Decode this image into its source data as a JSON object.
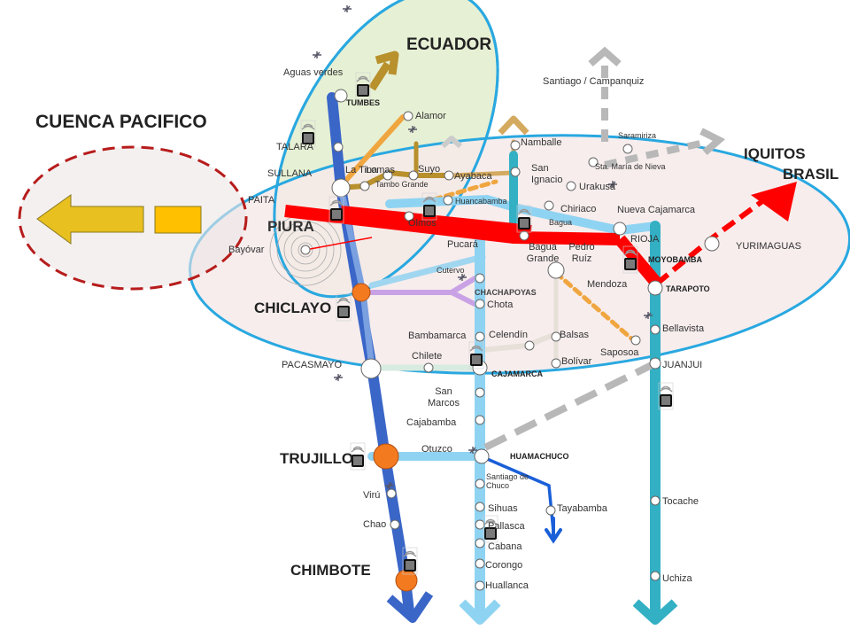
{
  "regions": {
    "ecuador": "ECUADOR",
    "cuenca": "CUENCA PACIFICO",
    "iquitos": "IQUITOS",
    "brasil": "BRASIL"
  },
  "main_cities": {
    "piura": "PIURA",
    "chiclayo": "CHICLAYO",
    "trujillo": "TRUJILLO",
    "chimbote": "CHIMBOTE"
  },
  "places": {
    "aguas_verdes": "Aguas verdes",
    "tumbes": "TUMBES",
    "alamor": "Alamor",
    "talara": "TALARA",
    "sullana": "SULLANA",
    "la_tina": "La Tina",
    "lomas": "Lomas",
    "suyo": "Suyo",
    "ayabaca": "Ayabaca",
    "tambo_grande": "Tambo Grande",
    "huancabamba": "Huancabamba",
    "paita": "PAITA",
    "bayovar": "Bayóvar",
    "olmos": "Olmos",
    "pucara": "Pucará",
    "namballe": "Namballe",
    "san_ignacio": "San Ignacio",
    "chiriaco": "Chiriaco",
    "bagua": "Bagua",
    "bagua_grande": "Bagua Grande",
    "pedro_ruiz": "Pedro Ruíz",
    "santiago": "Santiago / Campanquiz",
    "saramiriza": "Saramiriza",
    "sta_maria": "Sta. María de Nieva",
    "urakusa": "Urakusa",
    "nueva_cajamarca": "Nueva Cajamarca",
    "rioja": "RIOJA",
    "moyobamba": "MOYOBAMBA",
    "yurimaguas": "YURIMAGUAS",
    "tarapoto": "TARAPOTO",
    "cutervo": "Cutervo",
    "chachapoyas": "CHACHAPOYAS",
    "chota": "Chota",
    "mendoza": "Mendoza",
    "bambamarca": "Bambamarca",
    "celendin": "Celendín",
    "balsas": "Balsas",
    "bellavista": "Bellavista",
    "saposoa": "Saposoa",
    "chilete": "Chilete",
    "pacasmayo": "PACASMAYO",
    "bolivar": "Bolívar",
    "cajamarca": "CAJAMARCA",
    "juanjui": "JUANJUI",
    "san_marcos": "San Marcos",
    "cajabamba": "Cajabamba",
    "otuzco": "Otuzco",
    "huamachuco": "HUAMACHUCO",
    "santiago_chuco": "Santiago de Chuco",
    "tayabamba": "Tayabamba",
    "viru": "Virú",
    "pallasca": "Pallasca",
    "sihuas": "Sihuas",
    "chao": "Chao",
    "cabana": "Cabana",
    "corongo": "Corongo",
    "huallanca": "Huallanca",
    "tocache": "Tocache",
    "uchiza": "Uchiza"
  },
  "colors": {
    "ecuador_zone": "#e6f0d4",
    "main_zone": "#f6eaea",
    "zone_border": "#29a8e0",
    "coast_route": "#3a66c8",
    "sierra_route": "#8fd3f2",
    "selva_route": "#33b0c4",
    "piura_route": "#ff0000",
    "cuenca_arrow": "#e8c020",
    "planned_route": "#b8b8b8",
    "cuenca_dash": "#b71c1c"
  },
  "icons": [
    "antenna-icon",
    "airport-icon",
    "city-marker-icon"
  ]
}
